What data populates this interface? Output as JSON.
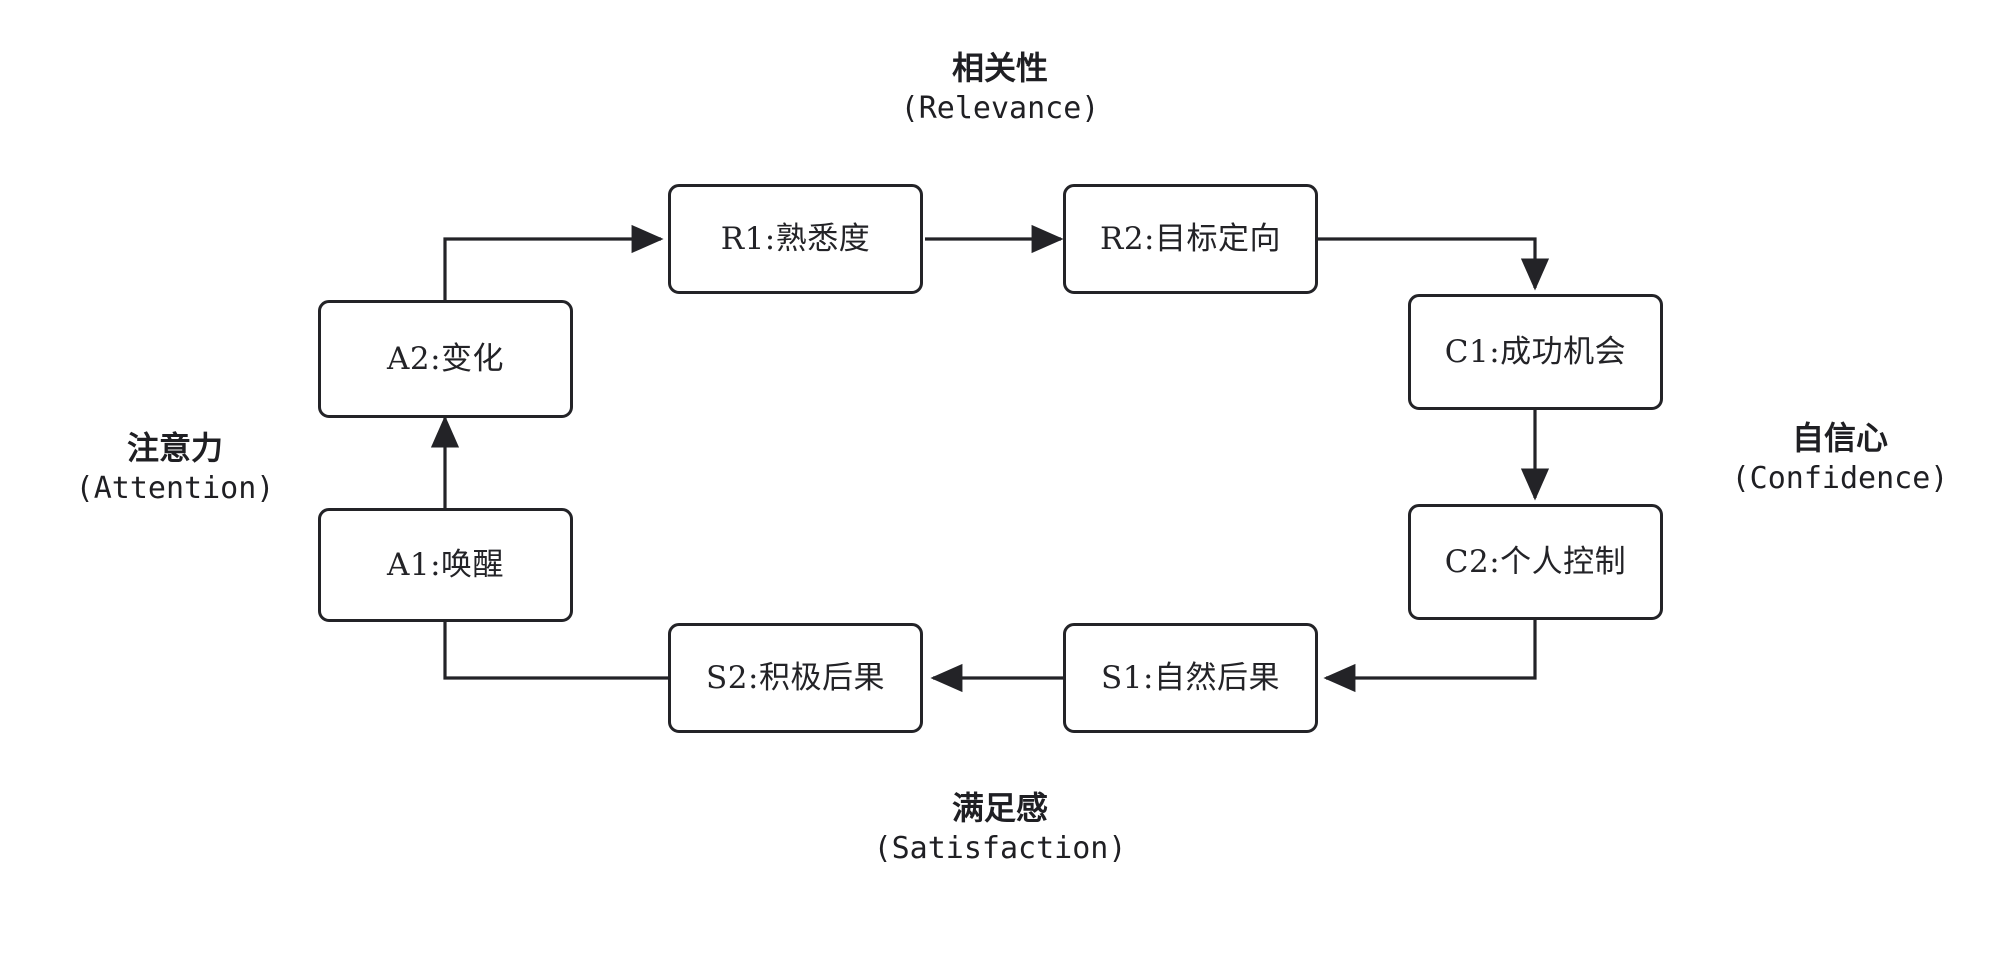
{
  "diagram": {
    "title_top": {
      "cn": "相关性",
      "en": "(Relevance)"
    },
    "title_left": {
      "cn": "注意力",
      "en": "(Attention)"
    },
    "title_right": {
      "cn": "自信心",
      "en": "(Confidence)"
    },
    "title_bottom": {
      "cn": "满足感",
      "en": "(Satisfaction)"
    },
    "nodes": [
      {
        "id": "R1",
        "label": "R1:熟悉度"
      },
      {
        "id": "R2",
        "label": "R2:目标定向"
      },
      {
        "id": "C1",
        "label": "C1:成功机会"
      },
      {
        "id": "C2",
        "label": "C2:个人控制"
      },
      {
        "id": "S1",
        "label": "S1:自然后果"
      },
      {
        "id": "S2",
        "label": "S2:积极后果"
      },
      {
        "id": "A1",
        "label": "A1:唤醒"
      },
      {
        "id": "A2",
        "label": "A2:变化"
      }
    ],
    "edges": [
      {
        "from": "A2",
        "to": "R1"
      },
      {
        "from": "R1",
        "to": "R2"
      },
      {
        "from": "R2",
        "to": "C1"
      },
      {
        "from": "C1",
        "to": "C2"
      },
      {
        "from": "C2",
        "to": "S1"
      },
      {
        "from": "S1",
        "to": "S2"
      },
      {
        "from": "S2",
        "to": "A1"
      },
      {
        "from": "A1",
        "to": "A2"
      }
    ],
    "colors": {
      "stroke": "#232327",
      "fill": "#ffffff",
      "text": "#1f1f23"
    }
  }
}
